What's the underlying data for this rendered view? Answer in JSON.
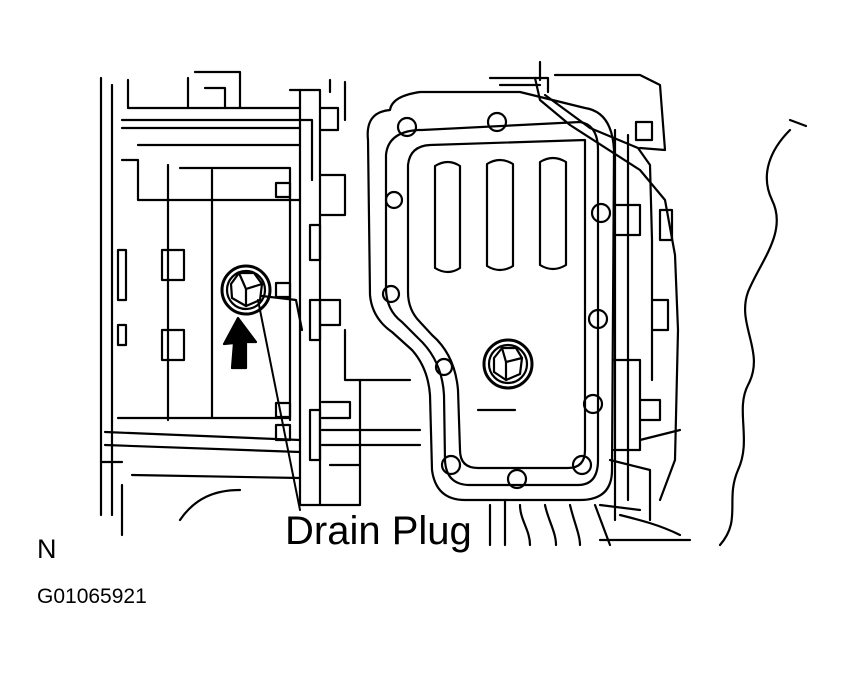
{
  "callout": {
    "label": "Drain Plug"
  },
  "view_letter": "N",
  "figure_id": "G01065921",
  "colors": {
    "ink": "#000000",
    "paper": "#ffffff"
  }
}
